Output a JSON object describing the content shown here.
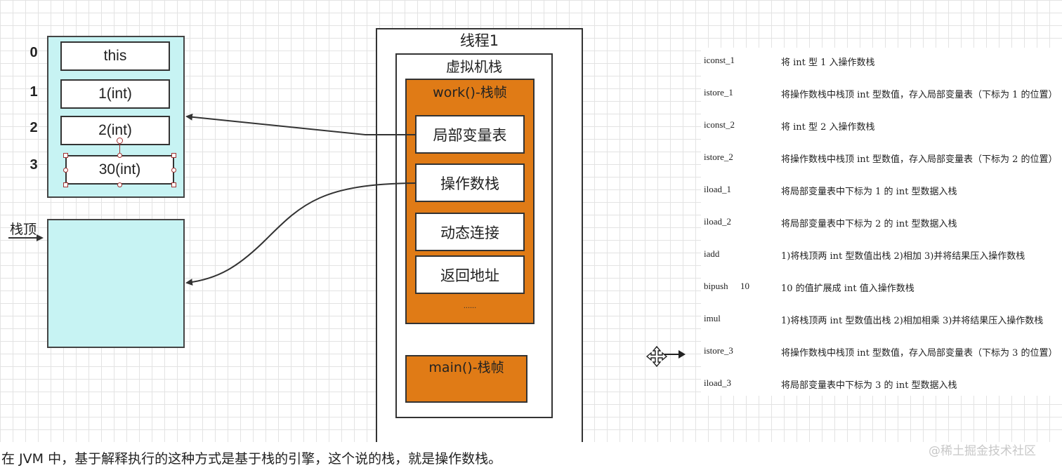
{
  "local_variable_table": {
    "indices": [
      "0",
      "1",
      "2",
      "3"
    ],
    "cells": [
      "this",
      "1(int)",
      "2(int)",
      "30(int)"
    ]
  },
  "operand_stack": {
    "top_label": "栈顶"
  },
  "thread": {
    "title": "线程1",
    "jvm_stack_title": "虚拟机栈",
    "work_frame": {
      "title": "work()-栈帧",
      "items": [
        "局部变量表",
        "操作数栈",
        "动态连接",
        "返回地址"
      ],
      "ellipsis": "......"
    },
    "main_frame": {
      "title": "main()-栈帧"
    }
  },
  "bytecode": [
    {
      "op": "iconst_1",
      "arg": "",
      "desc": "将 int 型 1 入操作数栈"
    },
    {
      "op": "istore_1",
      "arg": "",
      "desc": "将操作数栈中栈顶 int 型数值，存入局部变量表（下标为 1 的位置）"
    },
    {
      "op": "iconst_2",
      "arg": "",
      "desc": "将 int 型 2 入操作数栈"
    },
    {
      "op": "istore_2",
      "arg": "",
      "desc": "将操作数栈中栈顶 int 型数值，存入局部变量表（下标为 2 的位置）"
    },
    {
      "op": "iload_1",
      "arg": "",
      "desc": "将局部变量表中下标为 1 的 int 型数据入栈"
    },
    {
      "op": "iload_2",
      "arg": "",
      "desc": "将局部变量表中下标为 2 的 int 型数据入栈"
    },
    {
      "op": "iadd",
      "arg": "",
      "desc": "1)将栈顶两 int 型数值出栈 2)相加 3)并将结果压入操作数栈"
    },
    {
      "op": "bipush",
      "arg": "10",
      "desc": "10 的值扩展成 int 值入操作数栈"
    },
    {
      "op": "imul",
      "arg": "",
      "desc": "1)将栈顶两 int 型数值出栈 2)相加相乘 3)并将结果压入操作数栈"
    },
    {
      "op": "istore_3",
      "arg": "",
      "desc": "将操作数栈中栈顶 int 型数值，存入局部变量表（下标为 3 的位置）"
    },
    {
      "op": "iload_3",
      "arg": "",
      "desc": "将局部变量表中下标为 3 的 int 型数据入栈"
    }
  ],
  "caption": "在 JVM 中，基于解释执行的这种方式是基于栈的引擎，这个说的栈，就是操作数栈。",
  "watermark": "@稀土掘金技术社区",
  "icons": {
    "move_cursor": "move-cursor-icon",
    "pointer_arrow": "right-arrow-icon"
  },
  "colors": {
    "cyan": "#c7f3f3",
    "orange": "#e07b16",
    "grid": "#e3e3e3"
  }
}
